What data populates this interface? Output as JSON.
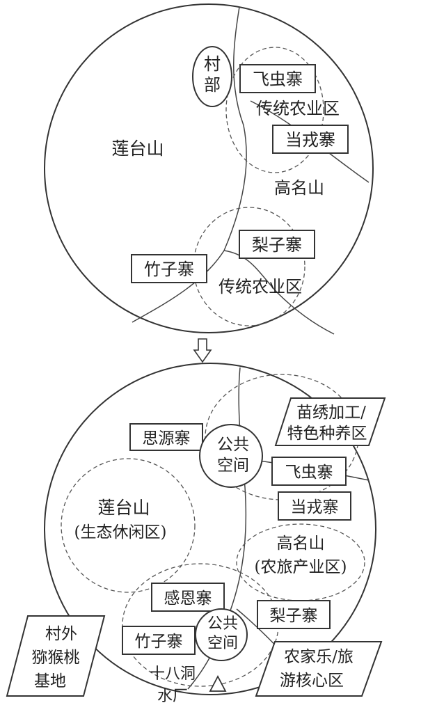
{
  "before": {
    "village_hq_label": "村部",
    "lianaishan": "莲台山",
    "feichongzhai": "飞虫寨",
    "traditional_farm_1": "传统农业区",
    "dangrongzhai": "当戎寨",
    "gaomingshan": "高名山",
    "lizizhai": "梨子寨",
    "zhuzizhai": "竹子寨",
    "traditional_farm_2": "传统农业区"
  },
  "transition_icon": "down-arrow-icon",
  "after": {
    "miaoxiu_area_line1": "苗绣加工/",
    "miaoxiu_area_line2": "特色种养区",
    "siyuanzhai": "思源寨",
    "public_space_1_line1": "公共",
    "public_space_1_line2": "空间",
    "feichongzhai": "飞虫寨",
    "dangrongzhai": "当戎寨",
    "lianaishan_line1": "莲台山",
    "lianaishan_line2": "(生态休闲区)",
    "gaomingshan_line1": "高名山",
    "gaomingshan_line2": "(农旅产业区)",
    "ganenzhai": "感恩寨",
    "lizizhai": "梨子寨",
    "public_space_2_line1": "公共",
    "public_space_2_line2": "空间",
    "zhuzizhai": "竹子寨",
    "kiwi_base_line1": "村外",
    "kiwi_base_line2": "猕猴桃",
    "kiwi_base_line3": "基地",
    "nongjiale_line1": "农家乐/旅",
    "nongjiale_line2": "游核心区",
    "waterworks_line1": "十八洞",
    "waterworks_line2": "水厂",
    "waterworks_icon": "triangle-icon"
  }
}
